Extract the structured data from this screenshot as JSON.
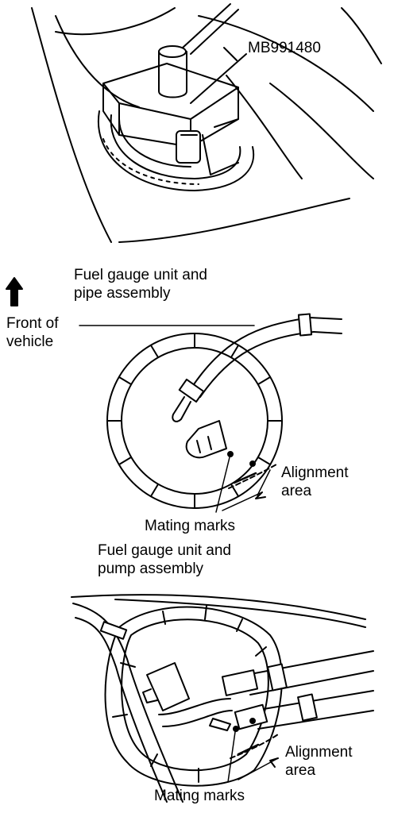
{
  "labels": {
    "tool_number": "MB991480",
    "front_line1": "Front of",
    "front_line2": "vehicle",
    "pipe_line1": "Fuel gauge unit and",
    "pipe_line2": "pipe assembly",
    "alignment_line1": "Alignment",
    "alignment_line2": "area",
    "mating_marks": "Mating marks",
    "pump_line1": "Fuel gauge unit and",
    "pump_line2": "pump assembly"
  }
}
